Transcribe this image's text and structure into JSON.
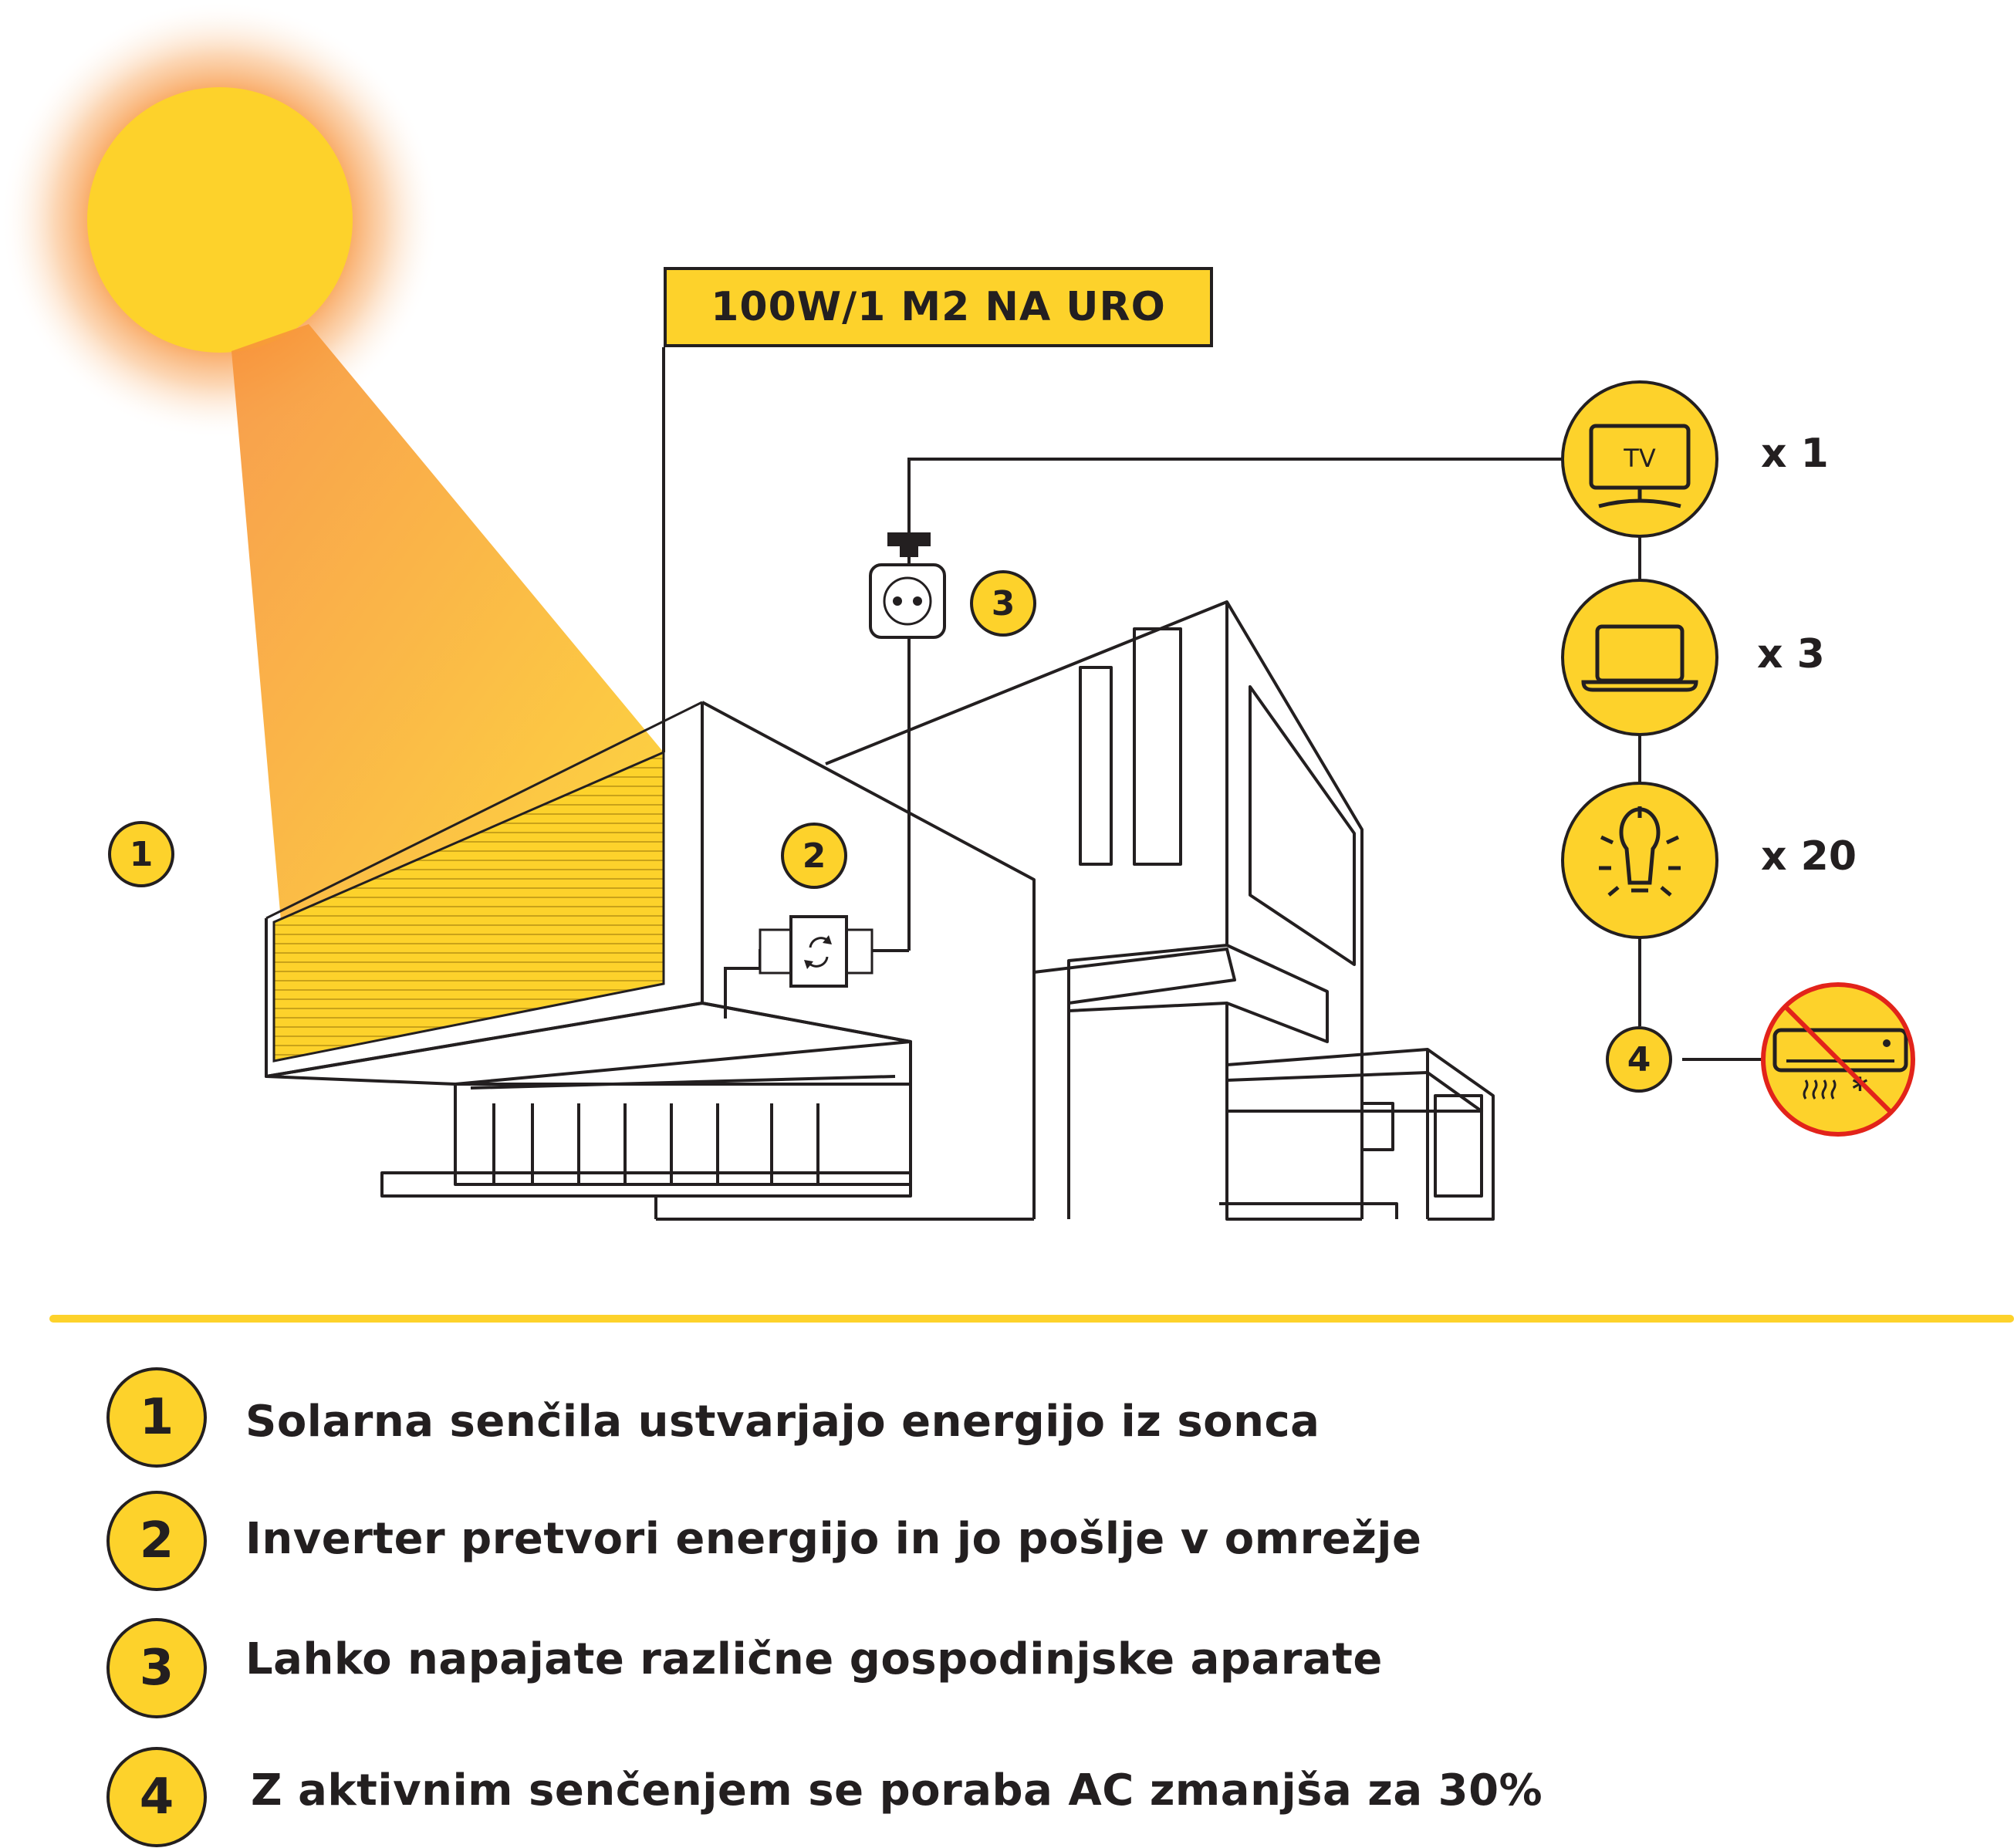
{
  "diagram": {
    "power_label": "100W/1 M2 NA URO",
    "markers": [
      "1",
      "2",
      "3",
      "4"
    ],
    "appliances": [
      {
        "icon": "tv-icon",
        "label": "TV",
        "count": "x 1"
      },
      {
        "icon": "laptop-icon",
        "count": "x 3"
      },
      {
        "icon": "light-bulb-icon",
        "count": "x 20"
      },
      {
        "icon": "air-conditioner-crossed-icon"
      }
    ],
    "colors": {
      "accent": "#fdd22b",
      "sun": "#fdd22b",
      "line": "#231f20",
      "prohibit": "#e2231a",
      "beam": "#f7923a"
    }
  },
  "legend": [
    {
      "number": "1",
      "text": "Solarna senčila ustvarjajo energijo iz sonca"
    },
    {
      "number": "2",
      "text": "Inverter pretvori energijo in jo pošlje v omrežje"
    },
    {
      "number": "3",
      "text": "Lahko napajate različne gospodinjske aparate"
    },
    {
      "number": "4",
      "text": "Z aktivnim senčenjem se poraba AC zmanjša za 30%"
    }
  ]
}
